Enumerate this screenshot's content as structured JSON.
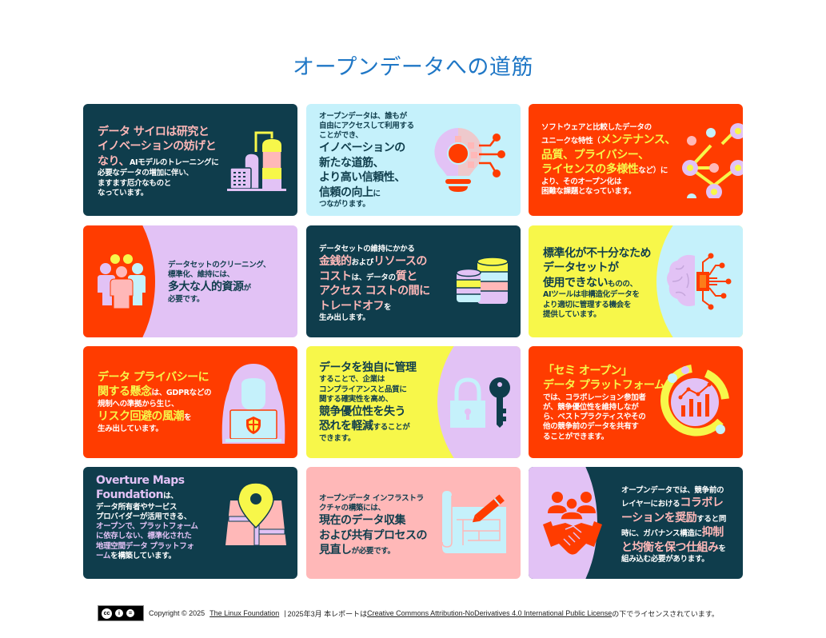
{
  "page": {
    "title": "オープンデータへの道筋"
  },
  "colors": {
    "title_blue": "#1f77c6",
    "teal": "#0f3d4c",
    "red_orange": "#ff3c00",
    "yellow": "#f7f74a",
    "lavender": "#e2c2f5",
    "pink": "#ffb8b8",
    "cyan": "#c5f1fb"
  },
  "cards": [
    {
      "id": "data-silos",
      "icon": "factory-silo-icon",
      "lines": {
        "l1": "データ サイロは研究と",
        "l2": "イノベーションの妨げと",
        "l3a": "なり、",
        "l3b": "AIモデルのトレーニングに",
        "l4": "必要なデータの増加に伴い、",
        "l5": "ますます厄介なものと",
        "l6": "なっています。"
      }
    },
    {
      "id": "open-data-access",
      "icon": "lightbulb-gear-icon",
      "lines": {
        "l1": "オープンデータは、誰もが",
        "l2": "自由にアクセスして利用する",
        "l3": "ことができ、",
        "l4": "イノベーションの",
        "l5": "新たな道筋、",
        "l6": "より高い信頼性、",
        "l7a": "信頼の向上",
        "l7b": "に",
        "l8": "つながります。"
      }
    },
    {
      "id": "unique-characteristics",
      "icon": "network-nodes-icon",
      "lines": {
        "l1": "ソフトウェアと比較したデータの",
        "l2a": "ユニークな特性（",
        "l2b": "メンテナンス、",
        "l3": "品質、プライバシー、",
        "l4a": "ライセンスの多様性",
        "l4b": "など）に",
        "l5": "より、そのオープン化は",
        "l6": "困難な課題となっています。"
      }
    },
    {
      "id": "human-resources",
      "icon": "people-group-icon",
      "lines": {
        "l1": "データセットのクリーニング、",
        "l2": "標準化、維持には、",
        "l3a": "多大な人的資源",
        "l3b": "が",
        "l4": "必要です。"
      }
    },
    {
      "id": "cost-tradeoff",
      "icon": "database-stack-icon",
      "lines": {
        "l1": "データセットの維持にかかる",
        "l2a": "金銭的",
        "l2b": "および",
        "l2c": "リソースの",
        "l3a": "コスト",
        "l3b": "は、データの",
        "l3c": "質と",
        "l4": "アクセス コストの間に",
        "l5a": "トレードオフ",
        "l5b": "を",
        "l6": "生み出します。"
      }
    },
    {
      "id": "standardization",
      "icon": "brain-chip-icon",
      "lines": {
        "l1": "標準化が不十分なため",
        "l2": "データセットが",
        "l3a": "使用できない",
        "l3b": "ものの、",
        "l4": "AIツールは非構造化データを",
        "l5": "より適切に管理する機会を",
        "l6": "提供しています。"
      }
    },
    {
      "id": "privacy-concerns",
      "icon": "hooded-hacker-laptop-icon",
      "lines": {
        "l1": "データ プライバシーに",
        "l2a": "関する懸念",
        "l2b": "は、GDPRなどの",
        "l3": "規制への準拠から生じ、",
        "l4a": "リスク回避の風潮",
        "l4b": "を",
        "l5": "生み出しています。"
      }
    },
    {
      "id": "proprietary-data",
      "icon": "lock-key-icon",
      "lines": {
        "l1": "データを独自に管理",
        "l2": "することで、企業は",
        "l3": "コンプライアンスと品質に",
        "l4": "関する確実性を高め、",
        "l5": "競争優位性を失う",
        "l6a": "恐れを軽減",
        "l6b": "することが",
        "l7": "できます。"
      }
    },
    {
      "id": "semi-open-platforms",
      "icon": "analytics-chart-icon",
      "lines": {
        "l1": "「セミ オープン」",
        "l2": "データ プラットフォーム",
        "l3": "では、コラボレーション参加者",
        "l4": "が、競争優位性を維持しなが",
        "l5": "ら、ベストプラクティスやその",
        "l6": "他の競争前のデータを共有す",
        "l7": "ることができます。"
      }
    },
    {
      "id": "overture-maps",
      "icon": "map-pin-icon",
      "lines": {
        "l1": "Overture Maps",
        "l2a": "Foundation",
        "l2b": "は、",
        "l3": "データ所有者やサービス",
        "l4": "プロバイダーが活用できる、",
        "l5": "オープンで、プラットフォーム",
        "l6": "に依存しない、標準化された",
        "l7": "地理空間データ プラットフォ",
        "l8a": "ーム",
        "l8b": "を構築しています。"
      }
    },
    {
      "id": "infrastructure",
      "icon": "blueprint-pencil-icon",
      "lines": {
        "l1": "オープンデータ インフラストラ",
        "l2": "クチャの構築には、",
        "l3": "現在のデータ収集",
        "l4": "および共有プロセスの",
        "l5a": "見直し",
        "l5b": "が必要です。"
      }
    },
    {
      "id": "collaboration-governance",
      "icon": "handshake-team-icon",
      "lines": {
        "l1": "オープンデータでは、競争前の",
        "l2a": "レイヤーにおける",
        "l2b": "コラボレ",
        "l3a": "ーションを奨励",
        "l3b": "すると同",
        "l4a": "時に、ガバナンス構造に",
        "l4b": "抑制",
        "l5a": "と均衡を保つ仕組み",
        "l5b": "を",
        "l6": "組み込む必要があります。"
      }
    }
  ],
  "footer": {
    "cc_badge_labels": [
      "cc",
      "BY",
      "ND"
    ],
    "copyright": "Copyright © 2025",
    "org_link": "The Linux Foundation",
    "separator": "|",
    "date_text": "2025年3月 本レポートは",
    "license_link": "Creative Commons Attribution-NoDerivatives 4.0 International Public License",
    "suffix": "の下でライセンスされています。"
  }
}
